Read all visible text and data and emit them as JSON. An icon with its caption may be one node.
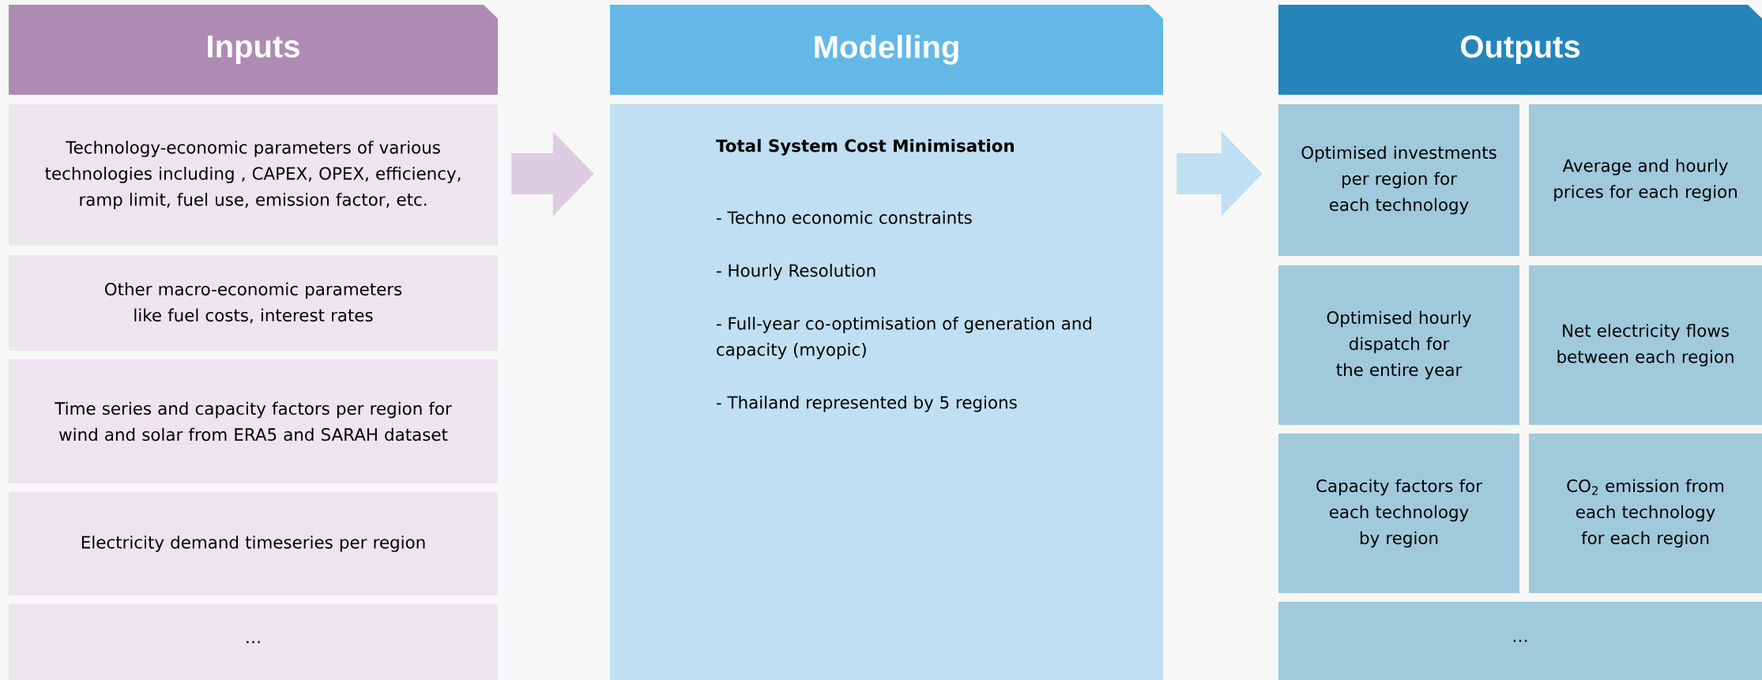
{
  "diagram": {
    "nodes": [
      {
        "text": [
          "Inputs"
        ]
      },
      {
        "text": [
          "Technology-economic parameters of various technologies including , CAPEX, OPEX, efficiency, ramp limit, fuel use, emission factor, etc."
        ]
      },
      {
        "text": [
          "Other macro-economic parameters like fuel costs, interest rates"
        ]
      },
      {
        "text": [
          "Time series and capacity factors per region for wind and solar from ERA5 and SARAH dataset"
        ]
      },
      {
        "text": [
          "Electricity demand timeseries per region"
        ]
      },
      {
        "text": [
          "…"
        ]
      },
      {
        "text": [
          "Modelling"
        ]
      },
      {
        "text": [
          "Total System Cost Minimisation",
          "- Techno economic constraints",
          "- Hourly Resolution",
          "- Full-year co-optimisation of generation and capacity (myopic)",
          "- Thailand represented by 5 regions"
        ]
      },
      {
        "text": [
          "Outputs"
        ]
      },
      {
        "text": [
          "Optimised investments per region for each technology"
        ]
      },
      {
        "text": [
          "Average and hourly prices for each region"
        ]
      },
      {
        "text": [
          "Optimised hourly dispatch for the entire year"
        ]
      },
      {
        "text": [
          "Net electricity flows between each region"
        ]
      },
      {
        "text": [
          "Capacity factors for each technology by region"
        ]
      },
      {
        "text": [
          "CO$_{2}$ emission from each technology for each region"
        ]
      },
      {
        "text": [
          "…"
        ]
      }
    ],
    "edges": [
      {
        "from": 1,
        "to": 7,
        "arrow": "to"
      },
      {
        "from": 7,
        "to": 9,
        "arrow": "to"
      }
    ]
  }
}
